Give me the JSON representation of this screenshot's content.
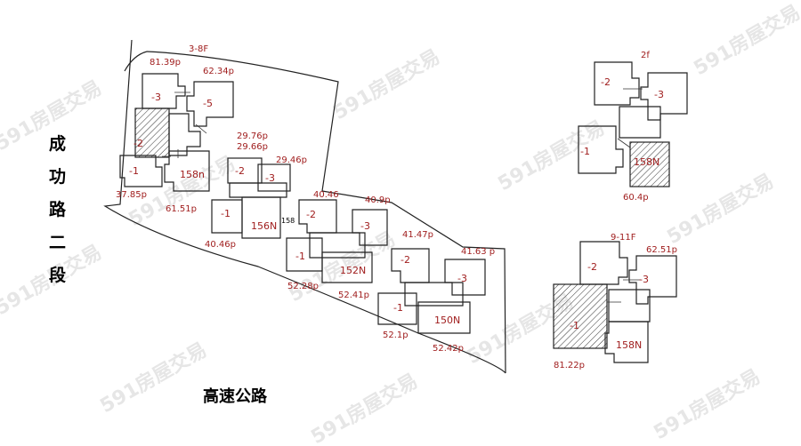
{
  "roads": {
    "vertical": [
      "成",
      "功",
      "路",
      "二",
      "段"
    ],
    "horizontal": "高速公路"
  },
  "watermark": "591房屋交易",
  "colors": {
    "annotation": "#a01e1e",
    "lines": "#222222",
    "road_text": "#000000"
  },
  "building_a": {
    "floor": "3-8F",
    "areas": [
      "81.39p",
      "62.34p",
      "37.85p",
      "61.51p"
    ],
    "units": [
      "-3",
      "-5",
      "-2",
      "-1",
      "158n"
    ]
  },
  "building_b": {
    "areas": [
      "29.76p",
      "29.66p",
      "29.46p",
      "40.46p"
    ],
    "units": [
      "-2",
      "-3",
      "-1",
      "156N"
    ]
  },
  "marker_158": "158",
  "building_c": {
    "areas": [
      "40.46",
      "40.9p",
      "52.28p",
      "52.41p"
    ],
    "units": [
      "-2",
      "-3",
      "-1",
      "152N"
    ]
  },
  "building_d": {
    "areas": [
      "41.47p",
      "41.63 p",
      "52.1p",
      "52.42p"
    ],
    "units": [
      "-2",
      "-3",
      "-1",
      "150N"
    ]
  },
  "building_e": {
    "floor": "2f",
    "areas": [
      "60.4p"
    ],
    "units": [
      "-2",
      "-3",
      "-1",
      "158N"
    ]
  },
  "building_f": {
    "floor": "9-11F",
    "areas": [
      "62.51p",
      "81.22p"
    ],
    "units": [
      "-2",
      "-3",
      "-1",
      "158N"
    ]
  }
}
